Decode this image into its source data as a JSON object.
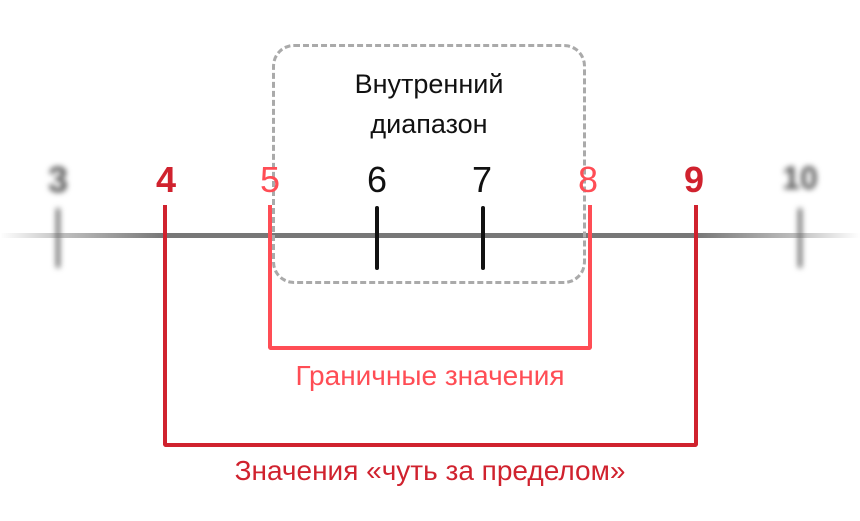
{
  "colors": {
    "outer_red": "#D0222E",
    "boundary_red": "#FF4D55",
    "inner_black": "#111111",
    "axis_gray": "#777777",
    "dashed_gray": "#AAAAAA"
  },
  "number_line": {
    "ticks": [
      {
        "value": "3",
        "category": "blurred"
      },
      {
        "value": "4",
        "category": "outside"
      },
      {
        "value": "5",
        "category": "boundary"
      },
      {
        "value": "6",
        "category": "inner"
      },
      {
        "value": "7",
        "category": "inner"
      },
      {
        "value": "8",
        "category": "boundary"
      },
      {
        "value": "9",
        "category": "outside"
      },
      {
        "value": "10",
        "category": "blurred"
      }
    ]
  },
  "inner_range": {
    "title_line1": "Внутренний",
    "title_line2": "диапазон"
  },
  "brackets": {
    "boundary_label": "Граничные значения",
    "outside_label": "Значения «чуть за пределом»"
  }
}
